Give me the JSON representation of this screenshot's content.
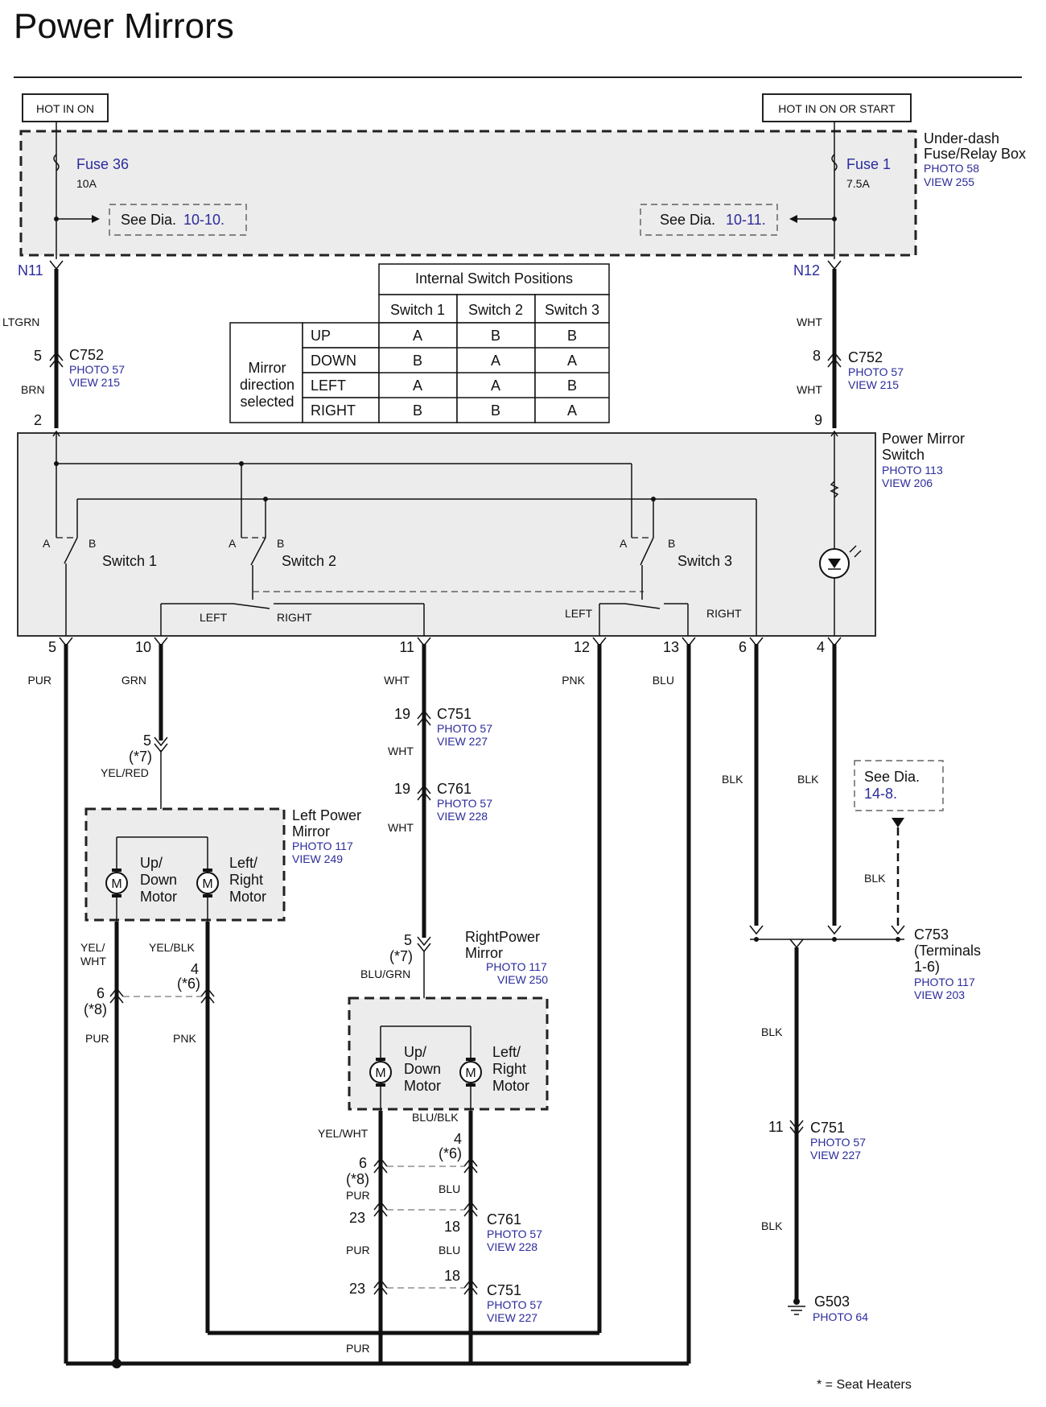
{
  "title": "Power Mirrors",
  "power": {
    "left_label": "HOT IN ON",
    "right_label": "HOT IN ON OR START"
  },
  "fuse_box": {
    "name": "Under-dash\nFuse/Relay Box",
    "photo": "PHOTO 58",
    "view": "VIEW 255",
    "fuse_left": "Fuse 36",
    "fuse_left_amp": "10A",
    "fuse_right": "Fuse 1",
    "fuse_right_amp": "7.5A",
    "see_left_prefix": "See Dia.",
    "see_left_ref": "10-10.",
    "see_right_prefix": "See Dia.",
    "see_right_ref": "10-11."
  },
  "nodes": {
    "left": "N11",
    "right": "N12"
  },
  "switch_table": {
    "title": "Internal Switch Positions",
    "columns": [
      "Switch 1",
      "Switch 2",
      "Switch 3"
    ],
    "row_header": "Mirror\ndirection\nselected",
    "rows": [
      {
        "dir": "UP",
        "vals": [
          "A",
          "B",
          "B"
        ]
      },
      {
        "dir": "DOWN",
        "vals": [
          "B",
          "A",
          "A"
        ]
      },
      {
        "dir": "LEFT",
        "vals": [
          "A",
          "A",
          "B"
        ]
      },
      {
        "dir": "RIGHT",
        "vals": [
          "B",
          "B",
          "A"
        ]
      }
    ]
  },
  "upper_wires": {
    "ltgrn": "LTGRN",
    "brn": "BRN",
    "wht_a": "WHT",
    "wht_b": "WHT",
    "pin5": "5",
    "pin2": "2",
    "pin8": "8",
    "pin9": "9"
  },
  "c752_left": {
    "name": "C752",
    "photo": "PHOTO 57",
    "view": "VIEW 215"
  },
  "c752_right": {
    "name": "C752",
    "photo": "PHOTO 57",
    "view": "VIEW 215"
  },
  "mirror_switch": {
    "name": "Power Mirror\nSwitch",
    "photo": "PHOTO 113",
    "view": "VIEW 206",
    "switches": [
      "Switch 1",
      "Switch 2",
      "Switch 3"
    ],
    "a": "A",
    "b": "B",
    "left": "LEFT",
    "right": "RIGHT"
  },
  "switch_pins": [
    {
      "pin": "5",
      "color": "PUR"
    },
    {
      "pin": "10",
      "color": "GRN"
    },
    {
      "pin": "11",
      "color": "WHT"
    },
    {
      "pin": "12",
      "color": "PNK"
    },
    {
      "pin": "13",
      "color": "BLU"
    },
    {
      "pin": "6",
      "color": ""
    },
    {
      "pin": "4",
      "color": ""
    }
  ],
  "left_mirror": {
    "name": "Left Power\nMirror",
    "photo": "PHOTO 117",
    "view": "VIEW 249",
    "motor1": "Up/\nDown\nMotor",
    "motor2": "Left/\nRight\nMotor",
    "m": "M",
    "top_pin": "5",
    "top_note": "(*7)",
    "top_color": "YEL/RED",
    "pin6": "6",
    "pin6_note": "(*8)",
    "pin4": "4",
    "pin4_note": "(*6)",
    "c1": "YEL/\nWHT",
    "c2": "YEL/BLK",
    "c3": "PUR",
    "c4": "PNK"
  },
  "right_path": {
    "c751_pin": "19",
    "c751": "C751",
    "c751_photo": "PHOTO 57",
    "c751_view": "VIEW 227",
    "wht": "WHT",
    "c761_pin": "19",
    "c761": "C761",
    "c761_photo": "PHOTO 57",
    "c761_view": "VIEW 228"
  },
  "right_mirror": {
    "name": "RightPower\nMirror",
    "photo": "PHOTO 117",
    "view": "VIEW 250",
    "motor1": "Up/\nDown\nMotor",
    "motor2": "Left/\nRight\nMotor",
    "m": "M",
    "top_pin": "5",
    "top_note": "(*7)",
    "top_color": "BLU/GRN",
    "c1": "YEL/WHT",
    "c2": "BLU/BLK",
    "pin6": "6",
    "pin6_note": "(*8)",
    "pin4": "4",
    "pin4_note": "(*6)",
    "pur": "PUR",
    "blu": "BLU",
    "pin23a": "23",
    "pin18a": "18",
    "pin23b": "23",
    "pin18b": "18",
    "c761": "C761",
    "c761_photo": "PHOTO 57",
    "c761_view": "VIEW 228",
    "c751": "C751",
    "c751_photo": "PHOTO 57",
    "c751_view": "VIEW 227",
    "bottom_pur": "PUR"
  },
  "ground": {
    "blk": "BLK",
    "see_prefix": "See Dia.",
    "see_ref": "14-8.",
    "c753": "C753\n(Terminals\n1-6)",
    "c753_photo": "PHOTO 117",
    "c753_view": "VIEW 203",
    "c751_pin": "11",
    "c751": "C751",
    "c751_photo": "PHOTO 57",
    "c751_view": "VIEW 227",
    "g503": "G503",
    "g503_photo": "PHOTO 64"
  },
  "footnote": "* = Seat Heaters",
  "colors": {
    "label_blue": "#2b2b9c",
    "box_fill": "#ececec"
  }
}
